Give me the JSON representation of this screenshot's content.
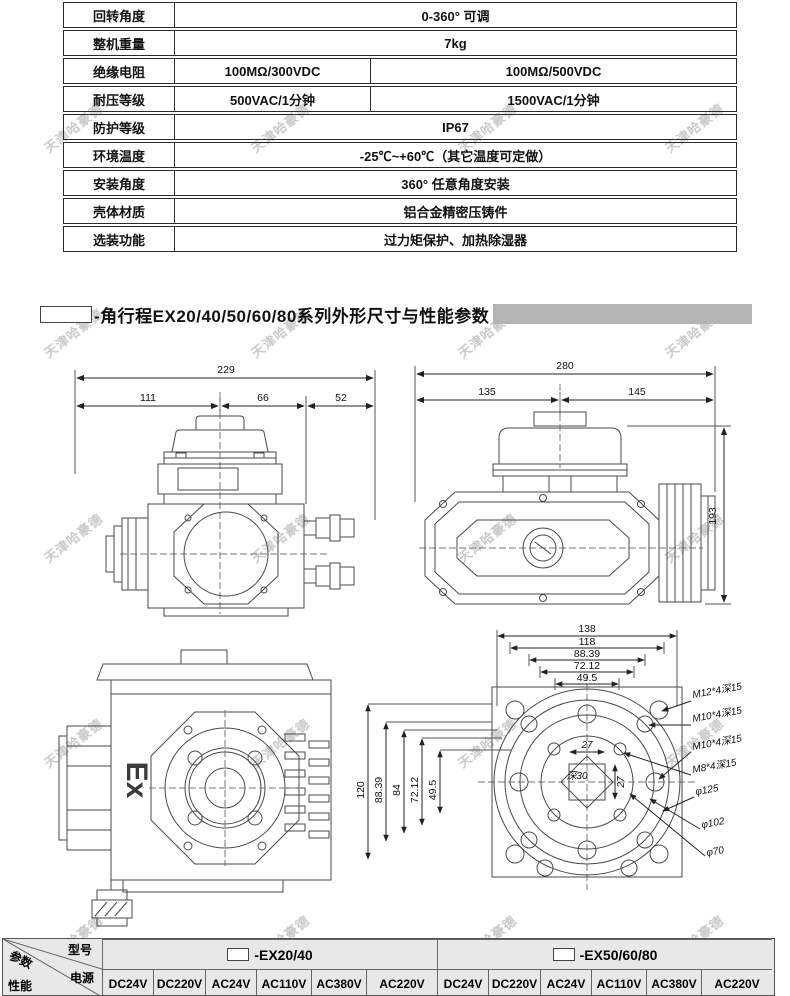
{
  "watermark": {
    "text": "天津哈豪德"
  },
  "spec_table": {
    "rows": [
      {
        "label": "回转角度",
        "values": [
          "0-360°  可调"
        ]
      },
      {
        "label": "整机重量",
        "values": [
          "7kg"
        ]
      },
      {
        "label": "绝缘电阻",
        "values": [
          "100MΩ/300VDC",
          "100MΩ/500VDC"
        ]
      },
      {
        "label": "耐压等级",
        "values": [
          "500VAC/1分钟",
          "1500VAC/1分钟"
        ]
      },
      {
        "label": "防护等级",
        "values": [
          "IP67"
        ]
      },
      {
        "label": "环境温度",
        "values": [
          "-25℃~+60℃（其它温度可定做）"
        ]
      },
      {
        "label": "安装角度",
        "values": [
          "360°  任意角度安装"
        ]
      },
      {
        "label": "壳体材质",
        "values": [
          "铝合金精密压铸件"
        ]
      },
      {
        "label": "选装功能",
        "values": [
          "过力矩保护、加热除湿器"
        ]
      }
    ]
  },
  "section_title": {
    "text": "-角行程EX20/40/50/60/80系列外形尺寸与性能参数"
  },
  "drawings": {
    "rear_view": {
      "dim_total": "229",
      "dim_left": "111",
      "dim_mid": "66",
      "dim_right": "52"
    },
    "front_view": {
      "dim_total": "280",
      "dim_left": "135",
      "dim_right": "145",
      "dim_height": "193"
    },
    "side_view": {
      "marking": "Ex"
    },
    "flange_view": {
      "width_dims": [
        "138",
        "118",
        "88.39",
        "72.12",
        "49.5"
      ],
      "height_dims": [
        "120",
        "88.39",
        "84",
        "72.12",
        "49.5"
      ],
      "labels": [
        "M12*4深15",
        "M10*4深15",
        "M10*4深15",
        "M8*4深15",
        "φ125",
        "φ102",
        "φ70"
      ],
      "bore_width": "27",
      "bore_height": "27",
      "bore_depth": "深30"
    }
  },
  "model_table": {
    "corner": {
      "param": "参数",
      "model": "型号",
      "power": "电源",
      "performance": "性能"
    },
    "groups": [
      {
        "model": "-EX20/40"
      },
      {
        "model": "-EX50/60/80"
      }
    ],
    "power_options": [
      "DC24V",
      "DC220V",
      "AC24V",
      "AC110V",
      "AC380V",
      "AC220V"
    ]
  }
}
